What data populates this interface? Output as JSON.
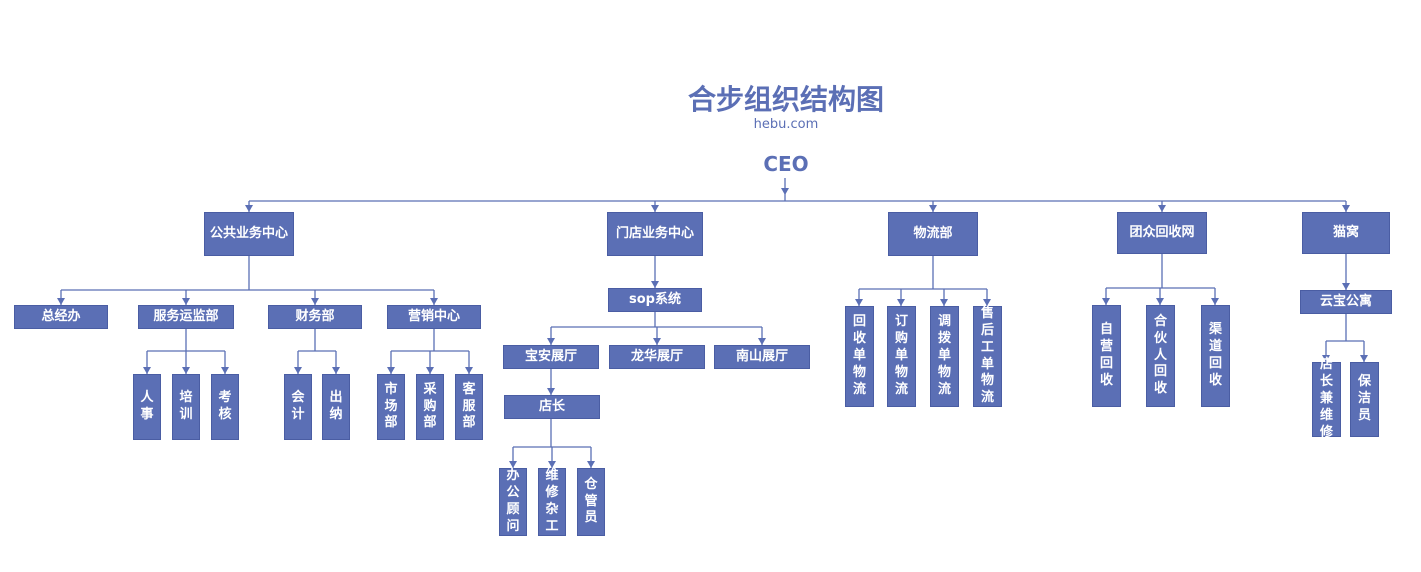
{
  "title": "合步组织结构图",
  "subtitle": "hebu.com",
  "root": "CEO",
  "colors": {
    "node_fill": "#5b6fb5",
    "text": "#5b6fb5",
    "line": "#5b6fb5"
  },
  "departments": {
    "public": {
      "label": "公共业务中心",
      "children": [
        "总经办",
        "服务运监部",
        "财务部",
        "营销中心"
      ],
      "service_ops": [
        "人事",
        "培训",
        "考核"
      ],
      "finance": [
        "会计",
        "出纳"
      ],
      "marketing": [
        "市场部",
        "采购部",
        "客服部"
      ]
    },
    "store": {
      "label": "门店业务中心",
      "sop": "sop系统",
      "halls": [
        "宝安展厅",
        "龙华展厅",
        "南山展厅"
      ],
      "manager": "店长",
      "staff": [
        "办公顾问",
        "维修杂工",
        "仓管员"
      ]
    },
    "logistics": {
      "label": "物流部",
      "children": [
        "回收单物流",
        "订购单物流",
        "调拨单物流",
        "售后工单物流"
      ]
    },
    "group": {
      "label": "团众回收网",
      "children": [
        "自营回收",
        "合伙人回收",
        "渠道回收"
      ]
    },
    "cat": {
      "label": "猫窝",
      "apartment": "云宝公寓",
      "children": [
        "店长兼维修",
        "保洁员"
      ]
    }
  }
}
